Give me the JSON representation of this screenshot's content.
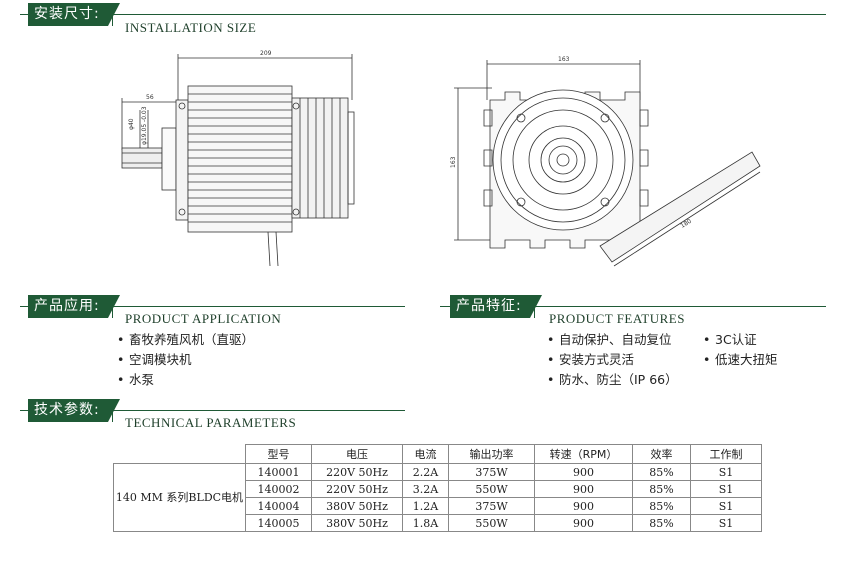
{
  "sections": {
    "installation": {
      "tag": "安装尺寸:",
      "title": "INSTALLATION SIZE"
    },
    "application": {
      "tag": "产品应用:",
      "title": "PRODUCT APPLICATION"
    },
    "features": {
      "tag": "产品特征:",
      "title": "PRODUCT FEATURES"
    },
    "technical": {
      "tag": "技术参数:",
      "title": "TECHNICAL PARAMETERS"
    }
  },
  "drawing_labels": {
    "side_total_length": "209",
    "side_shaft_length": "56",
    "side_shaft_dia_1": "φ40",
    "side_shaft_dia_2": "φ19.05 -0.03",
    "front_width": "163",
    "front_height": "163",
    "front_cable": "180"
  },
  "applications": [
    "畜牧养殖风机（直驱）",
    "空调模块机",
    "水泵"
  ],
  "features_col1": [
    "自动保护、自动复位",
    "安装方式灵活",
    "防水、防尘（IP 66）"
  ],
  "features_col2": [
    "3C认证",
    "低速大扭矩"
  ],
  "table": {
    "headers": [
      "型号",
      "电压",
      "电流",
      "输出功率",
      "转速（RPM）",
      "效率",
      "工作制"
    ],
    "series": "140 MM 系列BLDC电机",
    "rows": [
      [
        "140001",
        "220V 50Hz",
        "2.2A",
        "375W",
        "900",
        "85%",
        "S1"
      ],
      [
        "140002",
        "220V 50Hz",
        "3.2A",
        "550W",
        "900",
        "85%",
        "S1"
      ],
      [
        "140004",
        "380V 50Hz",
        "1.2A",
        "375W",
        "900",
        "85%",
        "S1"
      ],
      [
        "140005",
        "380V 50Hz",
        "1.8A",
        "550W",
        "900",
        "85%",
        "S1"
      ]
    ]
  },
  "colors": {
    "accent": "#1f5a36"
  }
}
